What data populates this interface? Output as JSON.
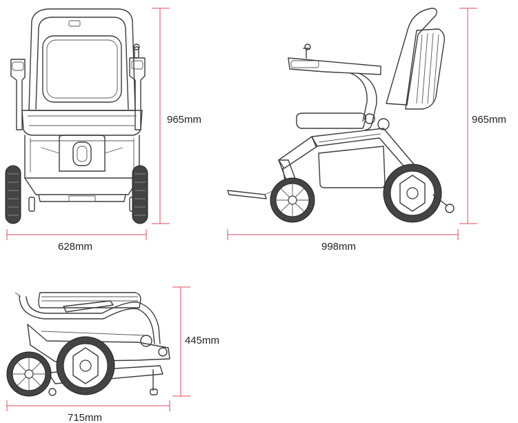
{
  "dimensions": {
    "front_height": "965mm",
    "front_width": "628mm",
    "side_height": "965mm",
    "side_length": "998mm",
    "folded_height": "445mm",
    "folded_length": "715mm"
  },
  "colors": {
    "dimension_line": "#e04a5a",
    "outline": "#3a3a3a",
    "text": "#222222"
  },
  "views": [
    "front-view",
    "side-view",
    "folded-view"
  ]
}
